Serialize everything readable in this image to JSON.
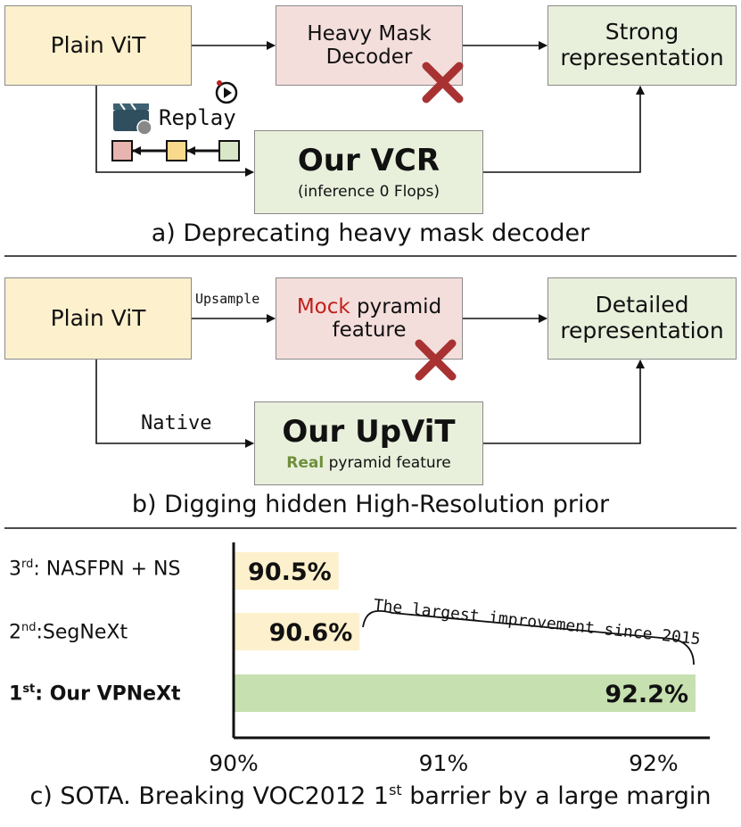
{
  "panel_a": {
    "plain_vit": "Plain ViT",
    "decoder_line1": "Heavy Mask",
    "decoder_line2": "Decoder",
    "output_line1": "Strong",
    "output_line2": "representation",
    "replay_label": "Replay",
    "vcr_title": "Our VCR",
    "vcr_sub": "(inference 0 Flops)",
    "caption": "a) Deprecating heavy mask decoder",
    "replay_colors": [
      "#e8b4b0",
      "#f9d98c",
      "#d9e7c8"
    ]
  },
  "panel_b": {
    "plain_vit": "Plain ViT",
    "upsample_label": "Upsample",
    "mock_word": "Mock",
    "mock_rest": " pyramid",
    "mock_line2": "feature",
    "output_line1": "Detailed",
    "output_line2": "representation",
    "native_label": "Native",
    "upvit_title": "Our UpViT",
    "real_word": "Real",
    "real_rest": " pyramid feature",
    "caption": "b) Digging hidden High-Resolution prior"
  },
  "panel_c": {
    "caption_pre": "c) SOTA. Breaking VOC2012 1",
    "caption_sup": "st",
    "caption_post": " barrier by a large margin",
    "annotation": "The largest improvement since 2015"
  },
  "chart_data": {
    "type": "bar",
    "orientation": "horizontal",
    "categories": [
      "3rd: NASFPN + NS",
      "2nd:SegNeXt",
      "1st: Our VPNeXt"
    ],
    "labels": [
      {
        "rank": "3",
        "sup": "rd",
        "name": ": NASFPN + NS"
      },
      {
        "rank": "2",
        "sup": "nd",
        "name": ":SegNeXt"
      },
      {
        "rank": "1",
        "sup": "st",
        "name": ": Our VPNeXt"
      }
    ],
    "values": [
      90.5,
      90.6,
      92.2
    ],
    "value_labels": [
      "90.5%",
      "90.6%",
      "92.2%"
    ],
    "xlim": [
      90,
      92.2
    ],
    "xticks": [
      90,
      91,
      92
    ],
    "xtick_labels": [
      "90%",
      "91%",
      "92%"
    ],
    "colors": [
      "#fdf0cc",
      "#fdf0cc",
      "#c6e0b0"
    ]
  }
}
